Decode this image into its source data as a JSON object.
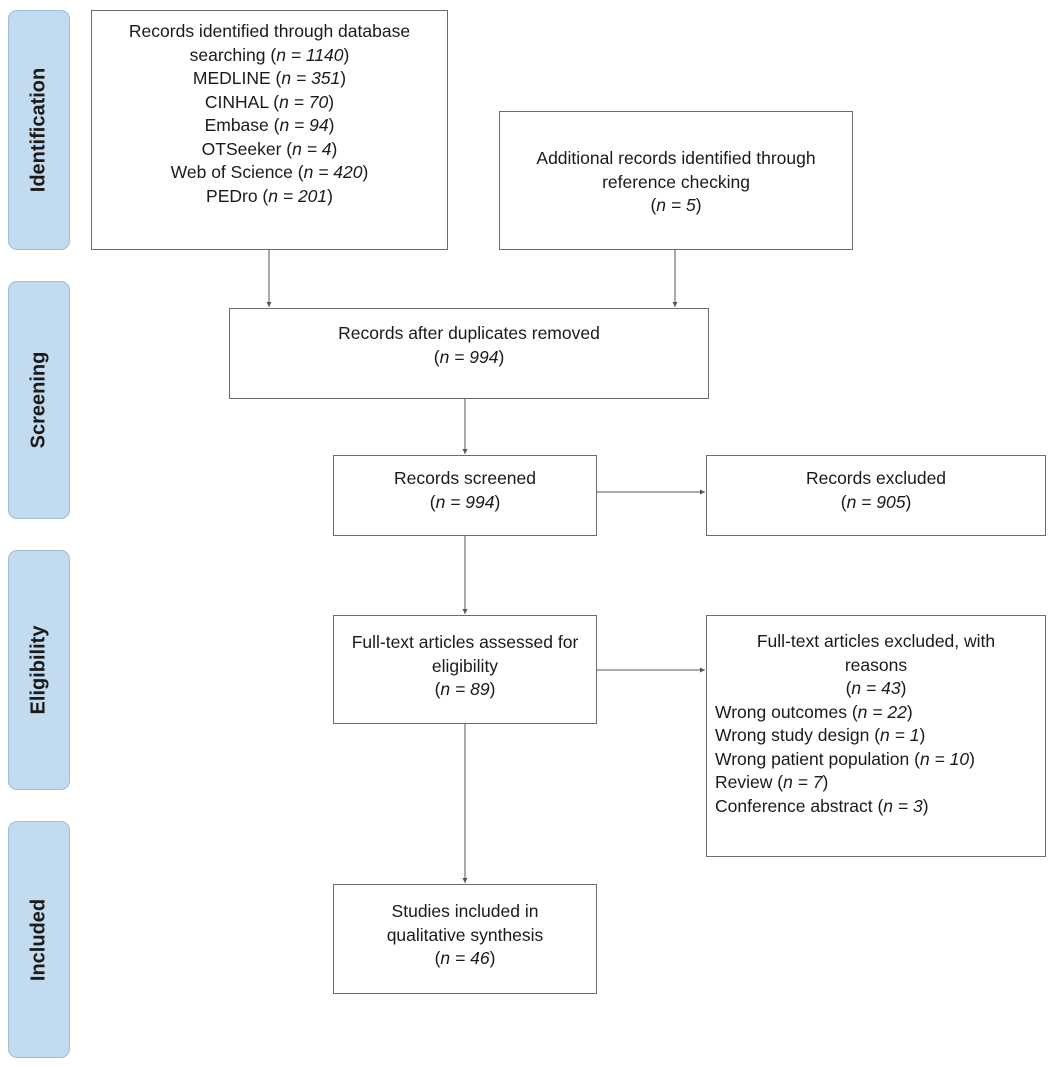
{
  "phases": {
    "identification": "Identification",
    "screening": "Screening",
    "eligibility": "Eligibility",
    "included": "Included"
  },
  "boxes": {
    "database_search": {
      "lines": [
        {
          "pre": "Records identified through database",
          "n": "",
          "post": ""
        },
        {
          "pre": "searching (",
          "n": "n = 1140",
          "post": ")"
        },
        {
          "pre": "MEDLINE (",
          "n": "n = 351",
          "post": ")"
        },
        {
          "pre": "CINHAL (",
          "n": "n = 70",
          "post": ")"
        },
        {
          "pre": "Embase (",
          "n": "n = 94",
          "post": ")"
        },
        {
          "pre": "OTSeeker (",
          "n": "n = 4",
          "post": ")"
        },
        {
          "pre": "Web of Science (",
          "n": "n = 420",
          "post": ")"
        },
        {
          "pre": "PEDro (",
          "n": "n = 201",
          "post": ")"
        }
      ]
    },
    "additional_records": {
      "lines": [
        {
          "pre": "Additional records identified through",
          "n": "",
          "post": ""
        },
        {
          "pre": "reference checking",
          "n": "",
          "post": ""
        },
        {
          "pre": "(",
          "n": "n = 5",
          "post": ")"
        }
      ]
    },
    "duplicates_removed": {
      "lines": [
        {
          "pre": "Records after duplicates removed",
          "n": "",
          "post": ""
        },
        {
          "pre": "(",
          "n": "n = 994",
          "post": ")"
        }
      ]
    },
    "screened": {
      "lines": [
        {
          "pre": "Records screened",
          "n": "",
          "post": ""
        },
        {
          "pre": "(",
          "n": "n = 994",
          "post": ")"
        }
      ]
    },
    "excluded": {
      "lines": [
        {
          "pre": "Records excluded",
          "n": "",
          "post": ""
        },
        {
          "pre": "(",
          "n": "n = 905",
          "post": ")"
        }
      ]
    },
    "fulltext_assessed": {
      "lines": [
        {
          "pre": "Full-text articles assessed for",
          "n": "",
          "post": ""
        },
        {
          "pre": "eligibility",
          "n": "",
          "post": ""
        },
        {
          "pre": "(",
          "n": "n = 89",
          "post": ")"
        }
      ]
    },
    "fulltext_excluded": {
      "lines": [
        {
          "pre": "Full-text articles excluded, with",
          "n": "",
          "post": ""
        },
        {
          "pre": "reasons",
          "n": "",
          "post": ""
        },
        {
          "pre": "(",
          "n": "n = 43",
          "post": ")"
        }
      ],
      "reasons": [
        {
          "pre": "Wrong outcomes (",
          "n": "n = 22",
          "post": ")"
        },
        {
          "pre": "Wrong study design (",
          "n": "n = 1",
          "post": ")"
        },
        {
          "pre": "Wrong patient population (",
          "n": "n = 10",
          "post": ")"
        },
        {
          "pre": "Review (",
          "n": "n = 7",
          "post": ")"
        },
        {
          "pre": "Conference abstract (",
          "n": "n = 3",
          "post": ")"
        }
      ]
    },
    "included": {
      "lines": [
        {
          "pre": "Studies included in",
          "n": "",
          "post": ""
        },
        {
          "pre": "qualitative synthesis",
          "n": "",
          "post": ""
        },
        {
          "pre": "(",
          "n": "n = 46",
          "post": ")"
        }
      ]
    }
  },
  "colors": {
    "phase_fill": "#c3dbee",
    "phase_border": "#9dbdd9",
    "box_border": "#6b6b6b",
    "arrow": "#555555"
  }
}
